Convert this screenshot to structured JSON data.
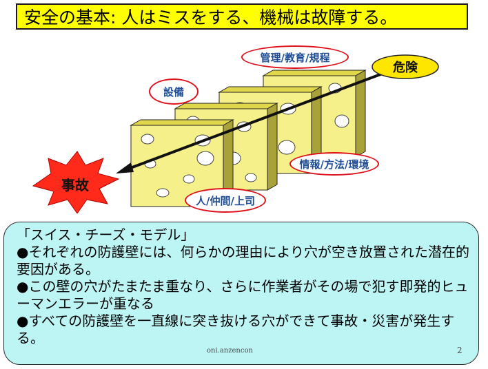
{
  "slide": {
    "title": "安全の基本: 人はミスをする、機械は故障する。",
    "page_number": "2",
    "source": "oni.anzencon"
  },
  "diagram": {
    "hazard_label": "危険",
    "accident_label": "事故",
    "layers": {
      "equipment": "設備",
      "management": "管理/教育/規程",
      "information": "情報/方法/環境",
      "people": "人/仲間/上司"
    },
    "colors": {
      "cheese": "#f5f08a",
      "highlight_oval": "#e0101a",
      "label_text": "#1f4e96",
      "accident_star": "#ff2a1a",
      "hazard_ellipse": "#ffe600"
    }
  },
  "explanation": {
    "heading": "「スイス・チーズ・モデル」",
    "bullets": [
      "●それぞれの防護壁には、何らかの理由により穴が空き放置された潜在的要因がある。",
      "●この壁の穴がたまたま重なり、さらに作業者がその場で犯す即発的ヒューマンエラーが重なる",
      "●すべての防護壁を一直線に突き抜ける穴ができて事故・災害が発生する。"
    ]
  }
}
